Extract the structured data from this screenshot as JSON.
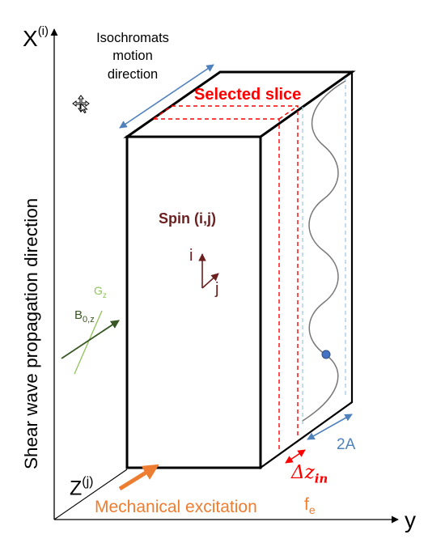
{
  "labels": {
    "x_axis": "X",
    "x_axis_sup": "(i)",
    "y_axis": "y",
    "z_axis": "Z",
    "z_axis_sup": "(j)",
    "vertical_axis_title": "Shear wave propagation direction",
    "isochromats_line1": "Isochromats",
    "isochromats_line2": "motion",
    "isochromats_line3": "direction",
    "selected_slice": "Selected slice",
    "spin": "Spin (i,j)",
    "spin_i": "i",
    "spin_j": "j",
    "gz_main": "G",
    "gz_sub": "z",
    "b0_main": "B",
    "b0_sub": "0,z",
    "amplitude": "2A",
    "delta_z_main": "Δz",
    "delta_z_sub": "in",
    "mechanical_excitation": "Mechanical excitation",
    "fe_main": "f",
    "fe_sub": "e"
  },
  "colors": {
    "black": "#000000",
    "slice_red": "#ff0000",
    "spin_brown": "#6b1f1f",
    "blue": "#4f81bd",
    "orange": "#ed7d31",
    "dark_green": "#385723",
    "light_green": "#8fc25a",
    "wave_gray": "#777777",
    "dot_blue": "#4472c4"
  },
  "icons": {
    "cursor": "move-cursor-icon"
  }
}
